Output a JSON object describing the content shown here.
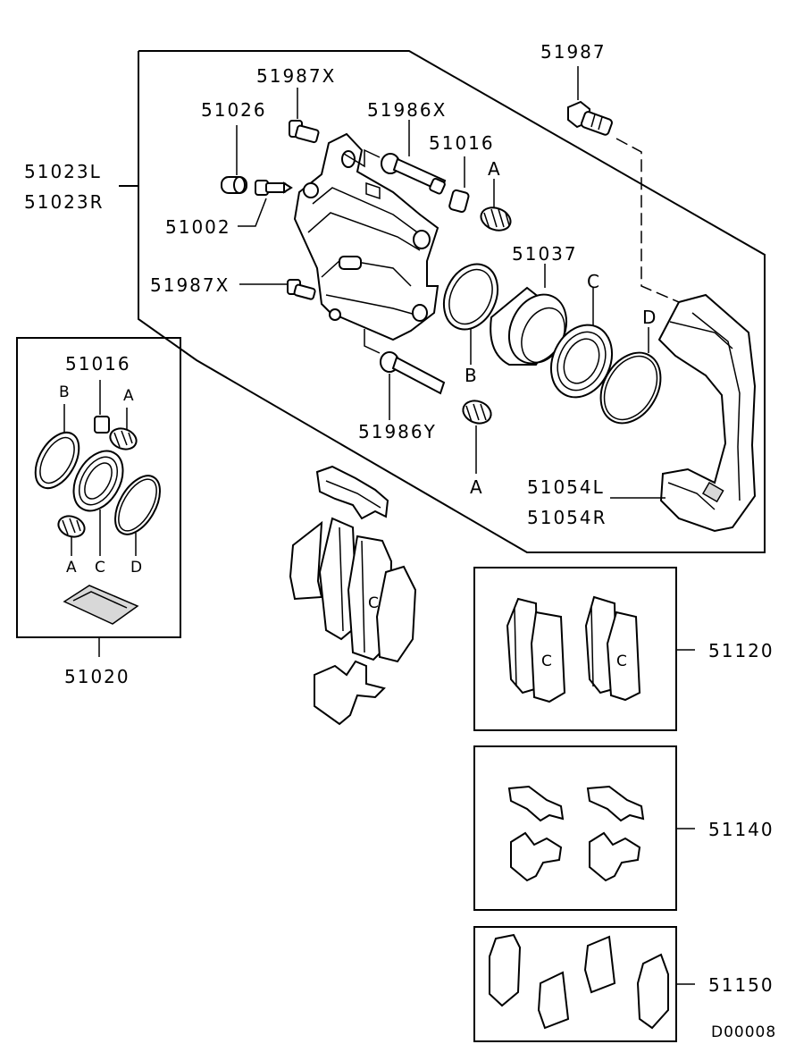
{
  "diagram": {
    "code": "D00008",
    "labels": {
      "p51987": "51987",
      "p51987x_top": "51987X",
      "p51026": "51026",
      "p51986x": "51986X",
      "p51016_main": "51016",
      "a_main_top": "A",
      "p51023l": "51023L",
      "p51023r": "51023R",
      "p51002": "51002",
      "p51037": "51037",
      "c_main": "C",
      "d_main": "D",
      "p51987x_mid": "51987X",
      "b_main": "B",
      "p51986y": "51986Y",
      "a_main_bottom": "A",
      "p51054l": "51054L",
      "p51054r": "51054R",
      "kit_51016": "51016",
      "kit_b": "B",
      "kit_a_top": "A",
      "kit_a": "A",
      "kit_c": "C",
      "kit_d": "D",
      "p51020": "51020",
      "p51120": "51120",
      "p51140": "51140",
      "p51150": "51150"
    }
  }
}
